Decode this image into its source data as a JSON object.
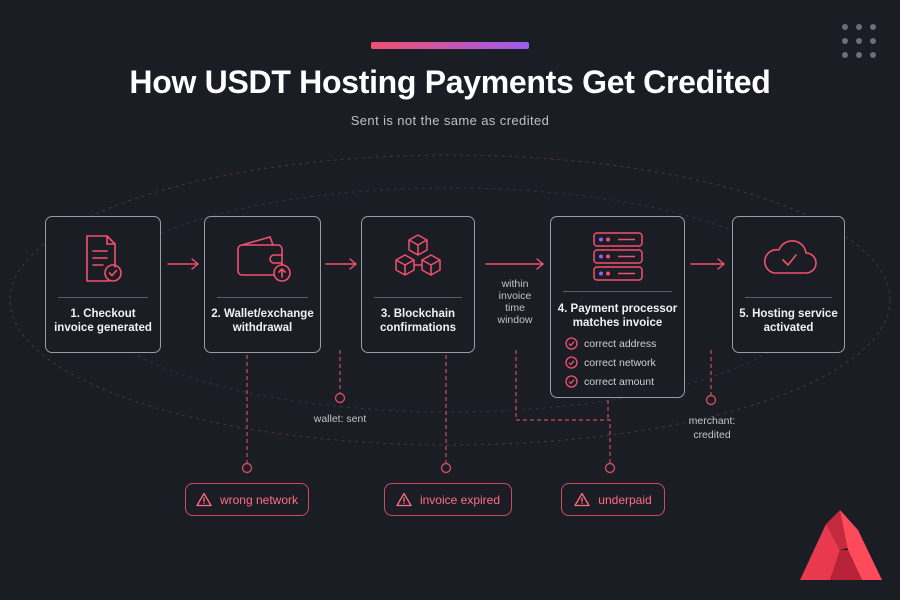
{
  "header": {
    "title": "How USDT Hosting Payments Get Credited",
    "subtitle": "Sent is not the same as credited"
  },
  "steps": [
    {
      "label_line1": "1. Checkout",
      "label_line2": "invoice generated",
      "icon": "invoice-check-icon"
    },
    {
      "label_line1": "2. Wallet/exchange",
      "label_line2": "withdrawal",
      "icon": "wallet-send-icon"
    },
    {
      "label_line1": "3. Blockchain",
      "label_line2": "confirmations",
      "icon": "blockchain-cubes-icon"
    },
    {
      "label_line1": "4. Payment processor",
      "label_line2": "matches invoice",
      "icon": "server-icon",
      "checks": [
        "correct address",
        "correct network",
        "correct amount"
      ]
    },
    {
      "label_line1": "5. Hosting service",
      "label_line2": "activated",
      "icon": "cloud-check-icon"
    }
  ],
  "notes": {
    "invoice_window": [
      "within",
      "invoice",
      "time",
      "window"
    ],
    "wallet_sent": "wallet: sent",
    "merchant_credited": [
      "merchant:",
      "credited"
    ]
  },
  "failures": [
    {
      "label": "wrong network",
      "icon": "warning-icon"
    },
    {
      "label": "invoice expired",
      "icon": "warning-icon"
    },
    {
      "label": "underpaid",
      "icon": "warning-icon"
    }
  ],
  "colors": {
    "background": "#1b1d24",
    "accent_red": "#f2506d",
    "accent_purple": "#9a5cf0",
    "warning": "#ff6d80",
    "box_border": "#9a9ba5"
  }
}
